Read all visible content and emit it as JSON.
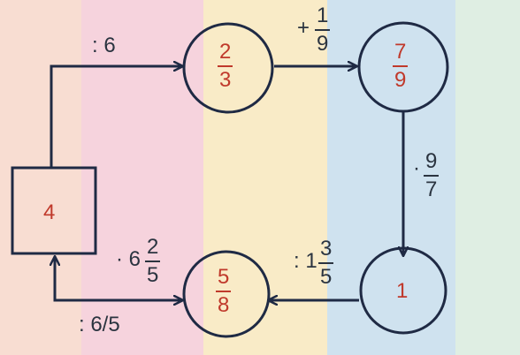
{
  "colors": {
    "band1": "#f8ddd2",
    "band2": "#f6d3dd",
    "band3": "#f9ebc7",
    "band4": "#cfe2ef",
    "band5": "#dfeee3",
    "stroke": "#1f2a44",
    "value_text": "#c0392b",
    "label_text": "#2b3440"
  },
  "nodes": {
    "box": {
      "value": "4"
    },
    "top_left_circle": {
      "num": "2",
      "den": "3"
    },
    "top_right_circle": {
      "num": "7",
      "den": "9"
    },
    "bottom_right_circle": {
      "value": "1"
    },
    "bottom_left_circle": {
      "num": "5",
      "den": "8"
    }
  },
  "edges": {
    "box_to_top_left": {
      "op": ": 6"
    },
    "top_left_to_top_right": {
      "op": "+",
      "num": "1",
      "den": "9"
    },
    "top_right_to_bottom_right": {
      "op": "·",
      "num": "9",
      "den": "7"
    },
    "bottom_right_to_bottom_left": {
      "op": ": 1",
      "num": "3",
      "den": "5"
    },
    "bottom_left_to_box": {
      "op": "· 6",
      "num": "2",
      "den": "5"
    },
    "box_to_bottom_left": {
      "op": ": 6/5"
    }
  }
}
